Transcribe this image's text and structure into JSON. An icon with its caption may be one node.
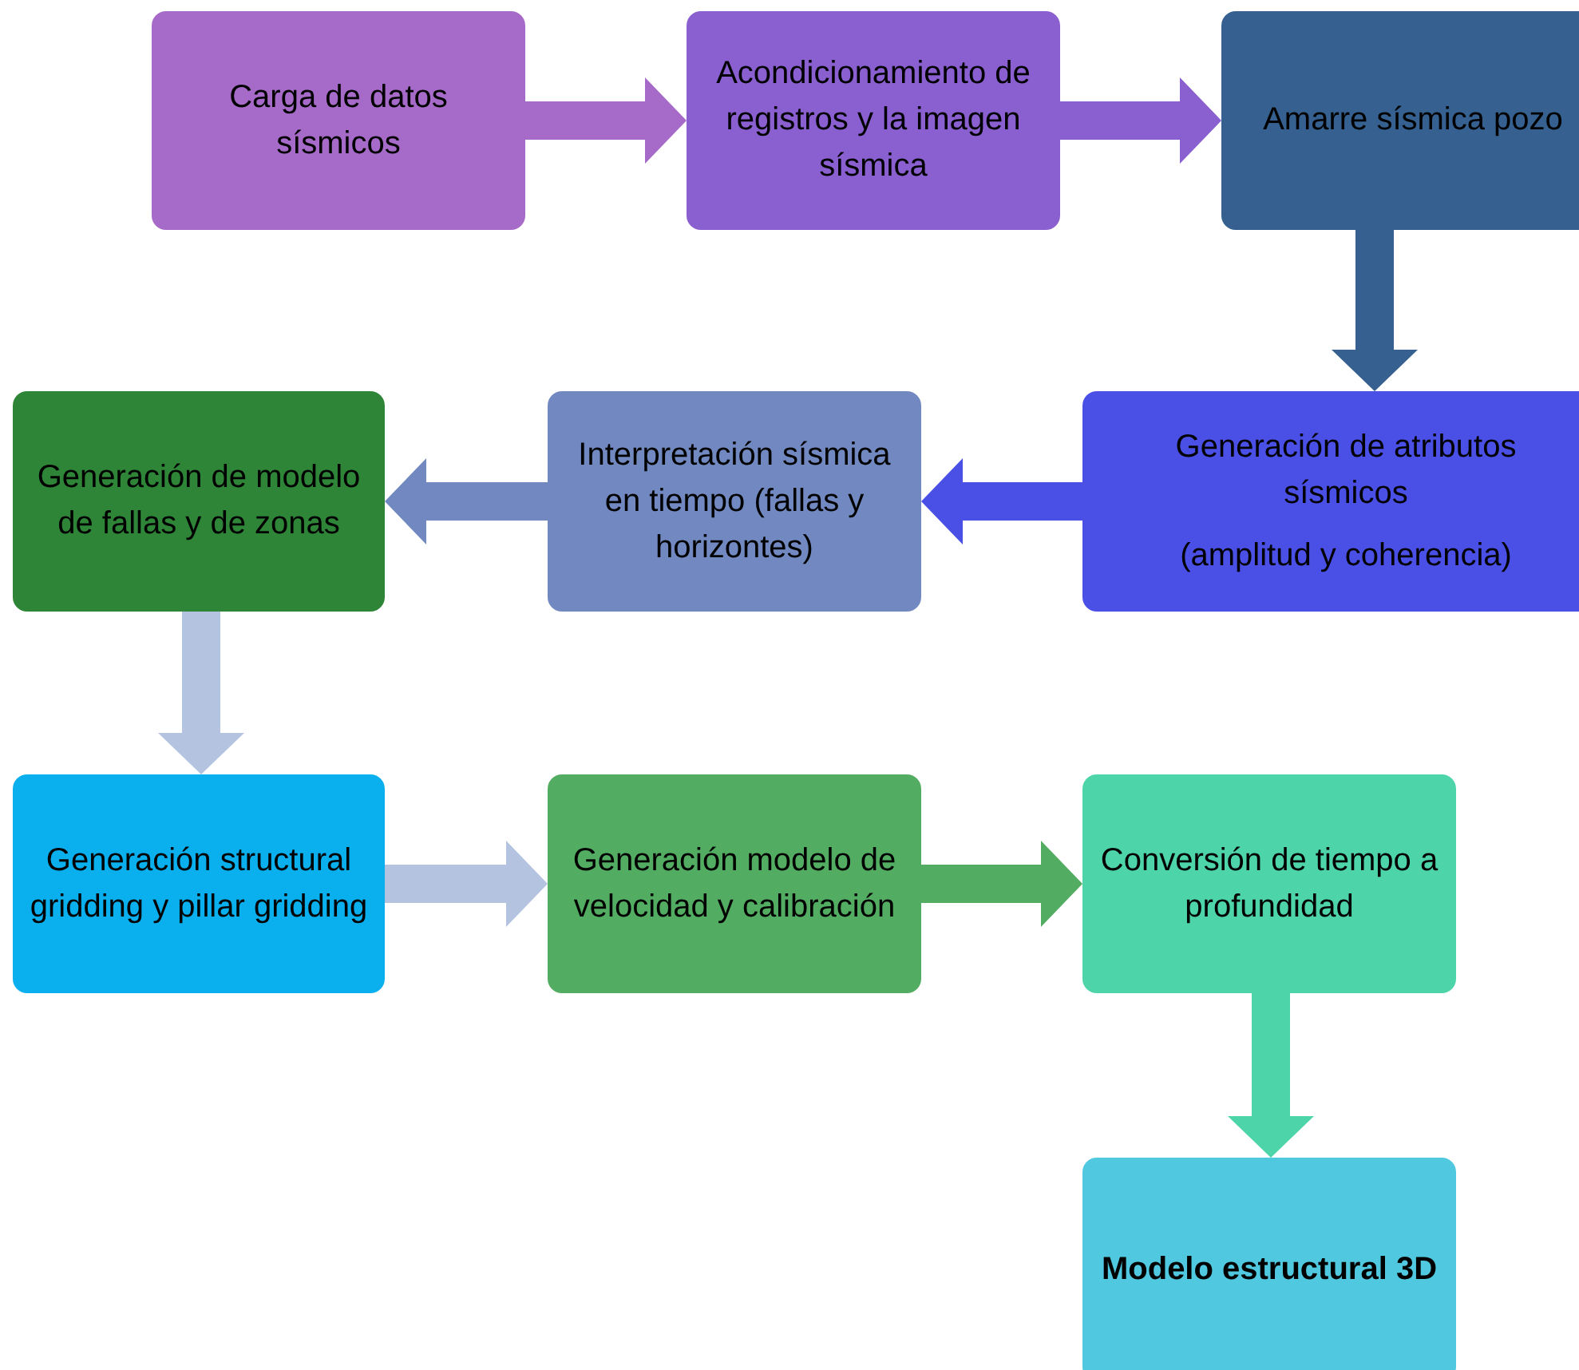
{
  "diagram": {
    "nodes": [
      {
        "text": [
          "Carga de datos sísmicos"
        ]
      },
      {
        "text": [
          "Acondicionamiento de registros y la imagen sísmica"
        ]
      },
      {
        "text": [
          "Amarre sísmica pozo"
        ]
      },
      {
        "text": [
          "Generación de atributos sísmicos",
          "(amplitud y coherencia)"
        ]
      },
      {
        "text": [
          "Interpretación sísmica en tiempo (fallas y horizontes)"
        ]
      },
      {
        "text": [
          "Generación de modelo de fallas y de zonas"
        ]
      },
      {
        "text": [
          "Generación structural gridding y pillar gridding"
        ]
      },
      {
        "text": [
          "Generación modelo de velocidad y calibración"
        ]
      },
      {
        "text": [
          "Conversión de tiempo a profundidad"
        ]
      },
      {
        "text": [
          "Modelo estructural 3D"
        ]
      }
    ],
    "edges": [
      {
        "from": 0,
        "to": 1,
        "arrow": "to",
        "color": "#a66bc8"
      },
      {
        "from": 1,
        "to": 2,
        "arrow": "to",
        "color": "#8a5fd0"
      },
      {
        "from": 2,
        "to": 3,
        "arrow": "to",
        "color": "#35608f"
      },
      {
        "from": 3,
        "to": 4,
        "arrow": "to",
        "color": "#4a50e6"
      },
      {
        "from": 4,
        "to": 5,
        "arrow": "to",
        "color": "#7189c0"
      },
      {
        "from": 5,
        "to": 6,
        "arrow": "to",
        "color": "#b4c4e0"
      },
      {
        "from": 6,
        "to": 7,
        "arrow": "to",
        "color": "#b4c4e0"
      },
      {
        "from": 7,
        "to": 8,
        "arrow": "to",
        "color": "#52ad62"
      },
      {
        "from": 8,
        "to": 9,
        "arrow": "to",
        "color": "#4dd4a8"
      }
    ]
  }
}
